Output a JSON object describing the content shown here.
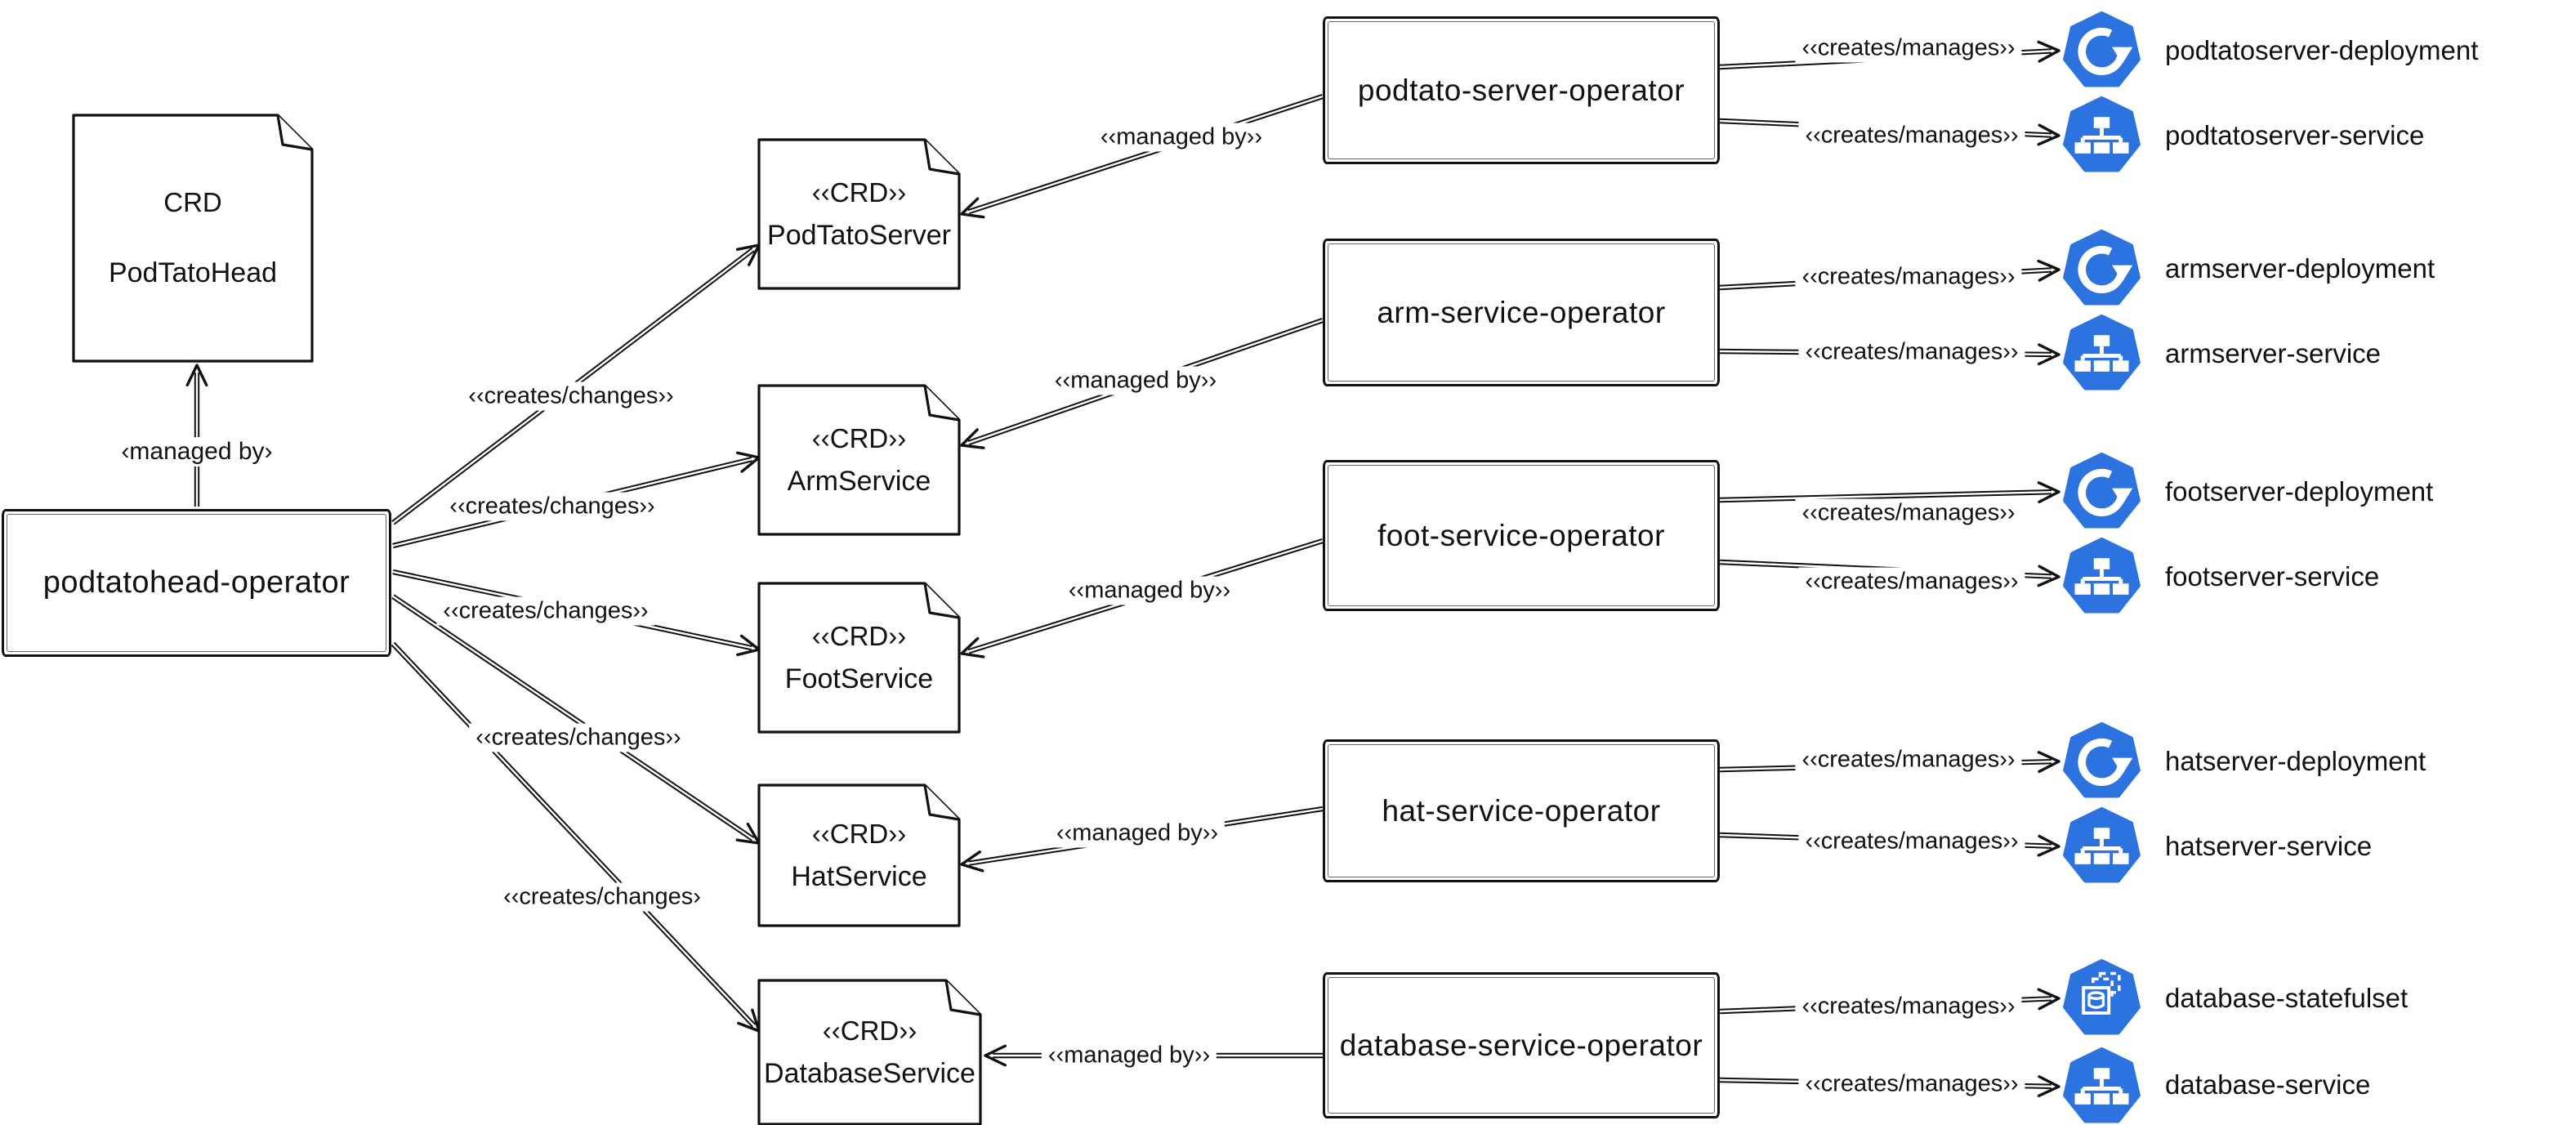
{
  "colors": {
    "k8s_blue": "#2C73DF",
    "ink": "#111111"
  },
  "head_note": {
    "line1": "CRD",
    "line2": "PodTatoHead"
  },
  "head_managed_by": "‹managed by›",
  "main_operator": {
    "label": "podtatohead-operator"
  },
  "rows": [
    {
      "crd": {
        "stereotype": "‹‹CRD››",
        "name": "PodTatoServer"
      },
      "operator": "podtato-server-operator",
      "managed_by": "‹‹managed by››",
      "creates_changes": "‹‹creates/changes››",
      "resources": [
        {
          "icon": "k8s-deployment",
          "label": "podtatoserver-deployment",
          "creates_manages": "‹‹creates/manages››"
        },
        {
          "icon": "k8s-service",
          "label": "podtatoserver-service",
          "creates_manages": "‹‹creates/manages››"
        }
      ]
    },
    {
      "crd": {
        "stereotype": "‹‹CRD››",
        "name": "ArmService"
      },
      "operator": "arm-service-operator",
      "managed_by": "‹‹managed by››",
      "creates_changes": "‹‹creates/changes››",
      "resources": [
        {
          "icon": "k8s-deployment",
          "label": "armserver-deployment",
          "creates_manages": "‹‹creates/manages››"
        },
        {
          "icon": "k8s-service",
          "label": "armserver-service",
          "creates_manages": "‹‹creates/manages››"
        }
      ]
    },
    {
      "crd": {
        "stereotype": "‹‹CRD››",
        "name": "FootService"
      },
      "operator": "foot-service-operator",
      "managed_by": "‹‹managed by››",
      "creates_changes": "‹‹creates/changes››",
      "resources": [
        {
          "icon": "k8s-deployment",
          "label": "footserver-deployment",
          "creates_manages": "‹‹creates/manages››"
        },
        {
          "icon": "k8s-service",
          "label": "footserver-service",
          "creates_manages": "‹‹creates/manages››"
        }
      ]
    },
    {
      "crd": {
        "stereotype": "‹‹CRD››",
        "name": "HatService"
      },
      "operator": "hat-service-operator",
      "managed_by": "‹‹managed by››",
      "creates_changes": "‹‹creates/changes››",
      "resources": [
        {
          "icon": "k8s-deployment",
          "label": "hatserver-deployment",
          "creates_manages": "‹‹creates/manages››"
        },
        {
          "icon": "k8s-service",
          "label": "hatserver-service",
          "creates_manages": "‹‹creates/manages››"
        }
      ]
    },
    {
      "crd": {
        "stereotype": "‹‹CRD››",
        "name": "DatabaseService"
      },
      "operator": "database-service-operator",
      "managed_by": "‹‹managed by››",
      "creates_changes": "‹‹creates/changes›",
      "resources": [
        {
          "icon": "k8s-statefulset",
          "label": "database-statefulset",
          "creates_manages": "‹‹creates/manages››"
        },
        {
          "icon": "k8s-service",
          "label": "database-service",
          "creates_manages": "‹‹creates/manages››"
        }
      ]
    }
  ]
}
